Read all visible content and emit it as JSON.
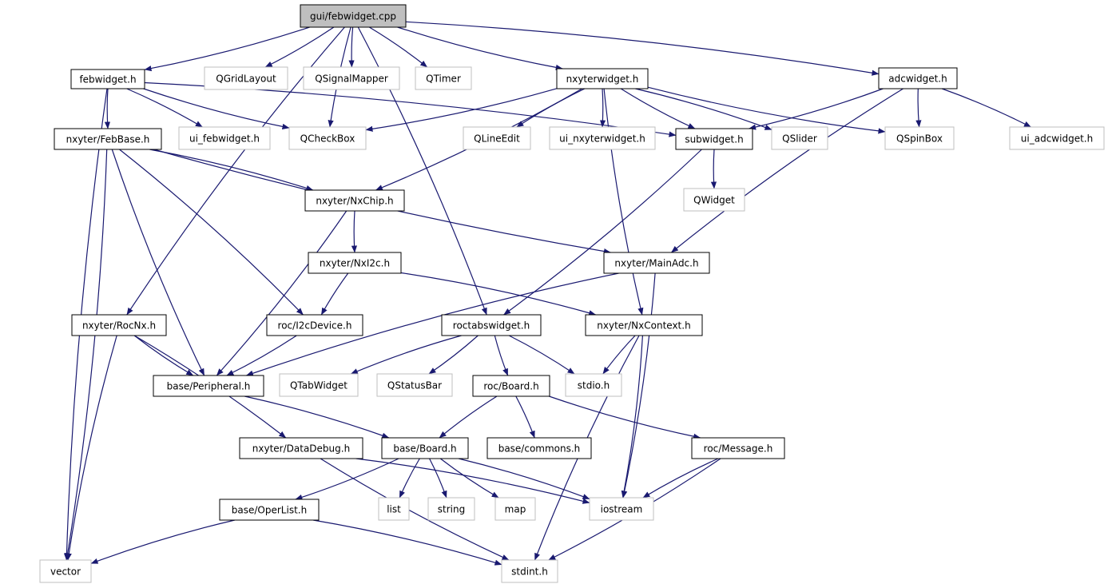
{
  "graph": {
    "title": "gui/febwidget.cpp",
    "colors": {
      "root_fill": "#bfbfbf",
      "root_stroke": "#000000",
      "documented_stroke": "#000000",
      "external_stroke": "#bfbfbf",
      "external_text": "#000000",
      "edge": "#191970",
      "background": "#ffffff"
    },
    "nodes": [
      {
        "id": "root",
        "label": "gui/febwidget.cpp",
        "kind": "root"
      },
      {
        "id": "febwidget_h",
        "label": "febwidget.h",
        "kind": "documented"
      },
      {
        "id": "QGridLayout",
        "label": "QGridLayout",
        "kind": "external"
      },
      {
        "id": "QSignalMapper",
        "label": "QSignalMapper",
        "kind": "external"
      },
      {
        "id": "QTimer",
        "label": "QTimer",
        "kind": "external"
      },
      {
        "id": "nxyterwidget_h",
        "label": "nxyterwidget.h",
        "kind": "documented"
      },
      {
        "id": "adcwidget_h",
        "label": "adcwidget.h",
        "kind": "documented"
      },
      {
        "id": "FebBase_h",
        "label": "nxyter/FebBase.h",
        "kind": "documented"
      },
      {
        "id": "ui_febwidget_h",
        "label": "ui_febwidget.h",
        "kind": "external"
      },
      {
        "id": "QCheckBox",
        "label": "QCheckBox",
        "kind": "external"
      },
      {
        "id": "QLineEdit",
        "label": "QLineEdit",
        "kind": "external"
      },
      {
        "id": "ui_nxyterwidget_h",
        "label": "ui_nxyterwidget.h",
        "kind": "external"
      },
      {
        "id": "subwidget_h",
        "label": "subwidget.h",
        "kind": "documented"
      },
      {
        "id": "QSlider",
        "label": "QSlider",
        "kind": "external"
      },
      {
        "id": "QSpinBox",
        "label": "QSpinBox",
        "kind": "external"
      },
      {
        "id": "ui_adcwidget_h",
        "label": "ui_adcwidget.h",
        "kind": "external"
      },
      {
        "id": "NxChip_h",
        "label": "nxyter/NxChip.h",
        "kind": "documented"
      },
      {
        "id": "QWidget",
        "label": "QWidget",
        "kind": "external"
      },
      {
        "id": "NxI2c_h",
        "label": "nxyter/NxI2c.h",
        "kind": "documented"
      },
      {
        "id": "MainAdc_h",
        "label": "nxyter/MainAdc.h",
        "kind": "documented"
      },
      {
        "id": "RocNx_h",
        "label": "nxyter/RocNx.h",
        "kind": "documented"
      },
      {
        "id": "I2cDevice_h",
        "label": "roc/I2cDevice.h",
        "kind": "documented"
      },
      {
        "id": "roctabswidget_h",
        "label": "roctabswidget.h",
        "kind": "documented"
      },
      {
        "id": "NxContext_h",
        "label": "nxyter/NxContext.h",
        "kind": "documented"
      },
      {
        "id": "Peripheral_h",
        "label": "base/Peripheral.h",
        "kind": "documented"
      },
      {
        "id": "QTabWidget",
        "label": "QTabWidget",
        "kind": "external"
      },
      {
        "id": "QStatusBar",
        "label": "QStatusBar",
        "kind": "external"
      },
      {
        "id": "rocBoard_h",
        "label": "roc/Board.h",
        "kind": "documented"
      },
      {
        "id": "stdio_h",
        "label": "stdio.h",
        "kind": "external"
      },
      {
        "id": "DataDebug_h",
        "label": "nxyter/DataDebug.h",
        "kind": "documented"
      },
      {
        "id": "baseBoard_h",
        "label": "base/Board.h",
        "kind": "documented"
      },
      {
        "id": "commons_h",
        "label": "base/commons.h",
        "kind": "documented"
      },
      {
        "id": "Message_h",
        "label": "roc/Message.h",
        "kind": "documented"
      },
      {
        "id": "OperList_h",
        "label": "base/OperList.h",
        "kind": "documented"
      },
      {
        "id": "list",
        "label": "list",
        "kind": "external"
      },
      {
        "id": "string",
        "label": "string",
        "kind": "external"
      },
      {
        "id": "map",
        "label": "map",
        "kind": "external"
      },
      {
        "id": "iostream",
        "label": "iostream",
        "kind": "external"
      },
      {
        "id": "vector",
        "label": "vector",
        "kind": "external"
      },
      {
        "id": "stdint_h",
        "label": "stdint.h",
        "kind": "external"
      }
    ],
    "edges": [
      [
        "root",
        "febwidget_h"
      ],
      [
        "root",
        "QCheckBox"
      ],
      [
        "root",
        "QGridLayout"
      ],
      [
        "root",
        "QSignalMapper"
      ],
      [
        "root",
        "QTimer"
      ],
      [
        "root",
        "nxyterwidget_h"
      ],
      [
        "root",
        "adcwidget_h"
      ],
      [
        "root",
        "RocNx_h"
      ],
      [
        "root",
        "roctabswidget_h"
      ],
      [
        "febwidget_h",
        "FebBase_h"
      ],
      [
        "febwidget_h",
        "ui_febwidget_h"
      ],
      [
        "febwidget_h",
        "QCheckBox"
      ],
      [
        "febwidget_h",
        "subwidget_h"
      ],
      [
        "febwidget_h",
        "vector"
      ],
      [
        "nxyterwidget_h",
        "QCheckBox"
      ],
      [
        "nxyterwidget_h",
        "QLineEdit"
      ],
      [
        "nxyterwidget_h",
        "ui_nxyterwidget_h"
      ],
      [
        "nxyterwidget_h",
        "subwidget_h"
      ],
      [
        "nxyterwidget_h",
        "QSlider"
      ],
      [
        "nxyterwidget_h",
        "QSpinBox"
      ],
      [
        "nxyterwidget_h",
        "NxChip_h"
      ],
      [
        "nxyterwidget_h",
        "NxContext_h"
      ],
      [
        "adcwidget_h",
        "subwidget_h"
      ],
      [
        "adcwidget_h",
        "QSpinBox"
      ],
      [
        "adcwidget_h",
        "ui_adcwidget_h"
      ],
      [
        "adcwidget_h",
        "MainAdc_h"
      ],
      [
        "FebBase_h",
        "NxChip_h"
      ],
      [
        "FebBase_h",
        "MainAdc_h"
      ],
      [
        "FebBase_h",
        "I2cDevice_h"
      ],
      [
        "FebBase_h",
        "Peripheral_h"
      ],
      [
        "FebBase_h",
        "vector"
      ],
      [
        "subwidget_h",
        "QWidget"
      ],
      [
        "subwidget_h",
        "roctabswidget_h"
      ],
      [
        "NxChip_h",
        "NxI2c_h"
      ],
      [
        "NxChip_h",
        "Peripheral_h"
      ],
      [
        "NxI2c_h",
        "I2cDevice_h"
      ],
      [
        "NxI2c_h",
        "NxContext_h"
      ],
      [
        "MainAdc_h",
        "Peripheral_h"
      ],
      [
        "MainAdc_h",
        "iostream"
      ],
      [
        "RocNx_h",
        "Peripheral_h"
      ],
      [
        "RocNx_h",
        "DataDebug_h"
      ],
      [
        "RocNx_h",
        "vector"
      ],
      [
        "I2cDevice_h",
        "Peripheral_h"
      ],
      [
        "roctabswidget_h",
        "QTabWidget"
      ],
      [
        "roctabswidget_h",
        "QStatusBar"
      ],
      [
        "roctabswidget_h",
        "rocBoard_h"
      ],
      [
        "roctabswidget_h",
        "stdio_h"
      ],
      [
        "NxContext_h",
        "stdio_h"
      ],
      [
        "NxContext_h",
        "iostream"
      ],
      [
        "NxContext_h",
        "stdint_h"
      ],
      [
        "Peripheral_h",
        "baseBoard_h"
      ],
      [
        "rocBoard_h",
        "baseBoard_h"
      ],
      [
        "rocBoard_h",
        "commons_h"
      ],
      [
        "rocBoard_h",
        "Message_h"
      ],
      [
        "DataDebug_h",
        "iostream"
      ],
      [
        "DataDebug_h",
        "stdint_h"
      ],
      [
        "baseBoard_h",
        "OperList_h"
      ],
      [
        "baseBoard_h",
        "list"
      ],
      [
        "baseBoard_h",
        "string"
      ],
      [
        "baseBoard_h",
        "map"
      ],
      [
        "baseBoard_h",
        "iostream"
      ],
      [
        "Message_h",
        "iostream"
      ],
      [
        "Message_h",
        "stdint_h"
      ],
      [
        "OperList_h",
        "vector"
      ],
      [
        "OperList_h",
        "stdint_h"
      ]
    ]
  }
}
